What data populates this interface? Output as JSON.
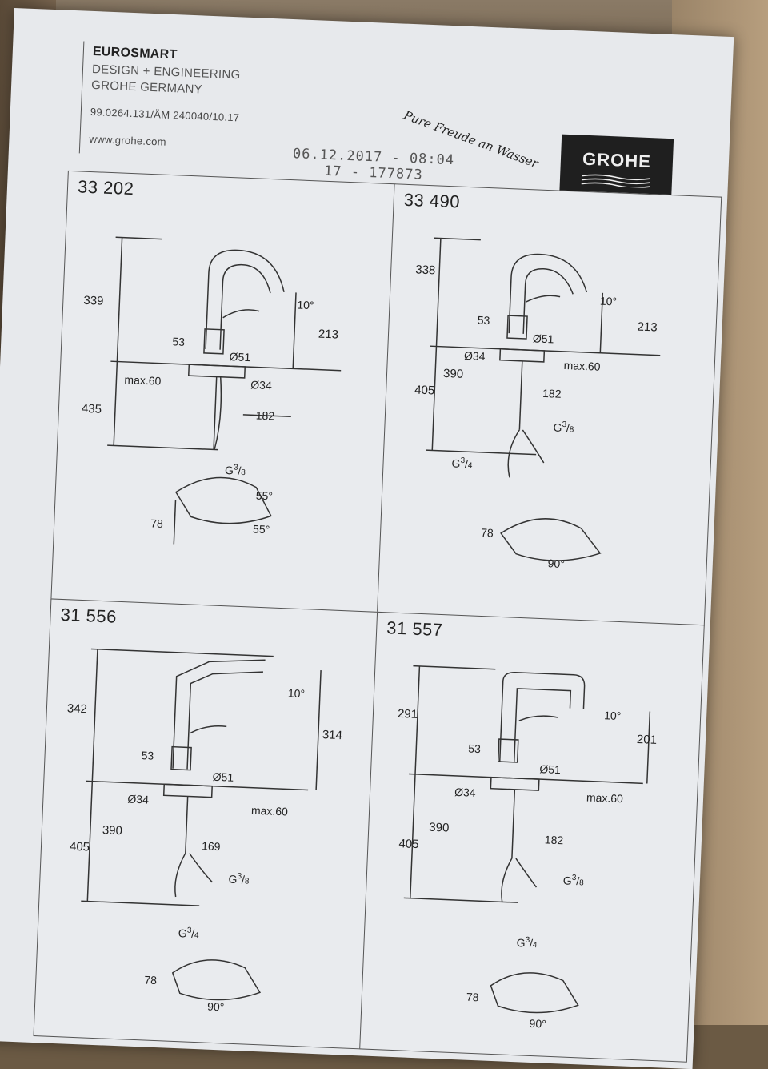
{
  "header": {
    "brand": "EUROSMART",
    "line2": "DESIGN + ENGINEERING",
    "line3": "GROHE GERMANY",
    "doc_number": "99.0264.131/ÄM 240040/10.17",
    "website": "www.grohe.com",
    "stamp_date": "06.12.2017 - 08:04",
    "stamp_id": "17 - 177873",
    "slogan": "Pure Freude an Wasser",
    "logo": "GROHE"
  },
  "panels": [
    {
      "model": "33 202",
      "dims": {
        "height": "339",
        "spout_height": "213",
        "angle": "10°",
        "lever": "53",
        "base": "Ø51",
        "hole": "Ø34",
        "max_thickness": "max.60",
        "below": "435",
        "hose": "182",
        "thread1": "G",
        "thread1_frac": "3",
        "thread1_den": "8",
        "handle_height": "78",
        "handle_angle1": "55°",
        "handle_angle2": "55°"
      }
    },
    {
      "model": "33 490",
      "dims": {
        "height": "338",
        "spout_height": "213",
        "angle": "10°",
        "lever": "53",
        "base": "Ø51",
        "hole": "Ø34",
        "max_thickness": "max.60",
        "below_inner": "390",
        "below": "405",
        "hose": "182",
        "thread1": "G",
        "thread1_frac": "3",
        "thread1_den": "8",
        "thread2": "G",
        "thread2_frac": "3",
        "thread2_den": "4",
        "handle_height": "78",
        "handle_angle1": "90°"
      }
    },
    {
      "model": "31 556",
      "dims": {
        "height": "342",
        "spout_height": "314",
        "angle": "10°",
        "lever": "53",
        "base": "Ø51",
        "hole": "Ø34",
        "max_thickness": "max.60",
        "below_inner": "390",
        "below": "405",
        "hose": "169",
        "thread1": "G",
        "thread1_frac": "3",
        "thread1_den": "8",
        "thread2": "G",
        "thread2_frac": "3",
        "thread2_den": "4",
        "handle_height": "78",
        "handle_angle1": "90°"
      }
    },
    {
      "model": "31 557",
      "dims": {
        "height": "291",
        "spout_height": "201",
        "angle": "10°",
        "lever": "53",
        "base": "Ø51",
        "hole": "Ø34",
        "max_thickness": "max.60",
        "below_inner": "390",
        "below": "405",
        "hose": "182",
        "thread1": "G",
        "thread1_frac": "3",
        "thread1_den": "8",
        "thread2": "G",
        "thread2_frac": "3",
        "thread2_den": "4",
        "handle_height": "78",
        "handle_angle1": "90°"
      }
    }
  ]
}
